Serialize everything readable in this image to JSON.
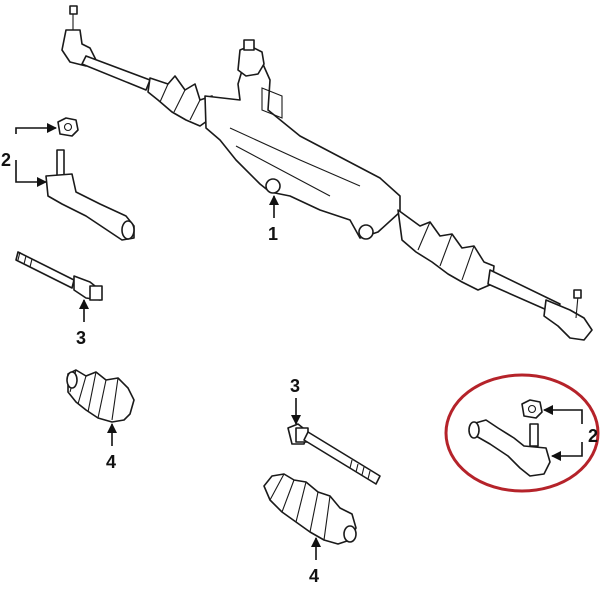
{
  "callouts": {
    "rack": "1",
    "tie_rod_end_left": "2",
    "tie_rod_end_right": "2",
    "inner_tie_rod_left": "3",
    "inner_tie_rod_right": "3",
    "boot_left": "4",
    "boot_right": "4"
  },
  "colors": {
    "line": "#1a1a1a",
    "highlight_circle": "#b5232a",
    "background": "#ffffff"
  }
}
